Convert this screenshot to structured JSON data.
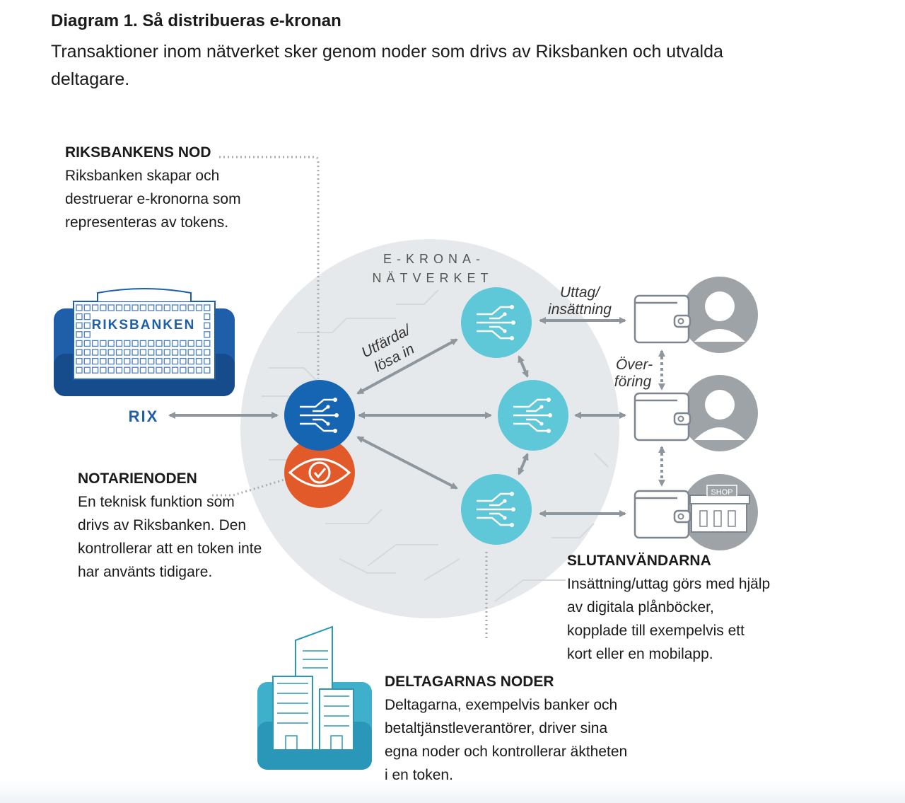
{
  "header": {
    "title": "Diagram 1. Så distribueras e-kronan",
    "subtitle": "Transaktioner inom nätverket sker genom noder som drivs av Riksbanken och utvalda deltagare."
  },
  "riksbankens_nod": {
    "heading": "RIKSBANKENS NOD",
    "body": "Riksbanken skapar och destruerar e-kronorna som representeras av tokens."
  },
  "notarienoden": {
    "heading": "NOTARIENODEN",
    "body": "En teknisk funktion som drivs av Riksbanken. Den kontrollerar att en token inte har använts tidigare."
  },
  "slutanvandarna": {
    "heading": "SLUTANVÄNDARNA",
    "body": "Insättning/uttag görs med hjälp av digitala plånböcker, kopplade till exempelvis ett kort eller en mobilapp."
  },
  "deltagarnas_noder": {
    "heading": "DELTAGARNAS NODER",
    "body": "Deltagarna, exempelvis banker och betaltjänstleverantörer, driver sina egna noder och kontrollerar äktheten i en token."
  },
  "diagram": {
    "network_label_line1": "E-KRONA-",
    "network_label_line2": "NÄTVERKET",
    "building_label": "RIKSBANKEN",
    "rix_label": "RIX",
    "issue_label_line1": "Utfärda/",
    "issue_label_line2": "lösa in",
    "withdraw_label_line1": "Uttag/",
    "withdraw_label_line2": "insättning",
    "transfer_label_line1": "Över-",
    "transfer_label_line2": "föring",
    "shop_label": "SHOP"
  },
  "colors": {
    "riksbank_blue": "#1565b3",
    "participant_teal": "#5ec7d8",
    "notary_orange": "#e35a2a",
    "network_gray": "#e6e9ec",
    "arrow_gray": "#8e969e"
  },
  "icons": [
    "riksbank-building-icon",
    "node-circuit-icon",
    "eye-check-icon",
    "wallet-icon",
    "person-icon",
    "shop-icon",
    "office-buildings-icon"
  ]
}
